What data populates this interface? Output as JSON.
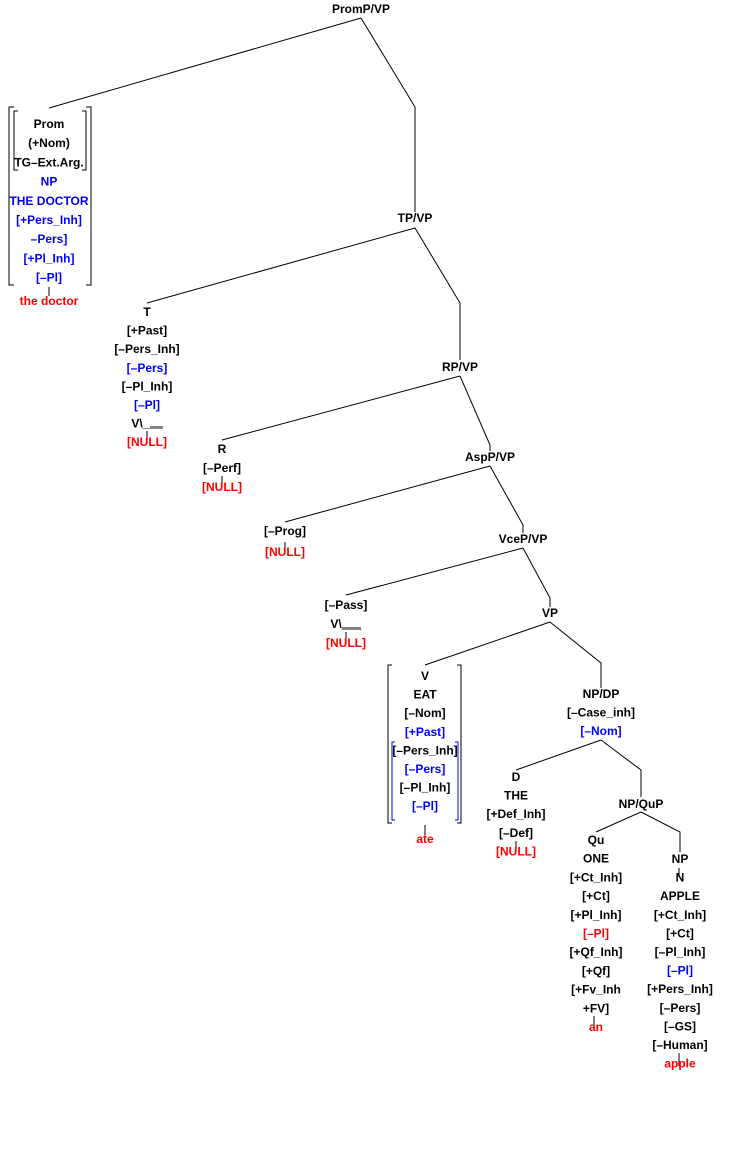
{
  "colors": {
    "feature": "#000000",
    "inherited": "#0000ff",
    "phonetic": "#ff0000"
  },
  "nodes": {
    "root": {
      "lines": [
        {
          "t": "PromP/VP",
          "c": "feature"
        }
      ]
    },
    "prom": {
      "lines": [
        {
          "t": "Prom",
          "c": "feature"
        },
        {
          "t": "(+Nom)",
          "c": "feature"
        },
        {
          "t": "TG–Ext.Arg.",
          "c": "feature"
        },
        {
          "t": "NP",
          "c": "inherited"
        },
        {
          "t": "THE DOCTOR",
          "c": "inherited"
        },
        {
          "t": "[+Pers_Inh]",
          "c": "inherited"
        },
        {
          "t": "–Pers]",
          "c": "inherited"
        },
        {
          "t": "[+Pl_Inh]",
          "c": "inherited"
        },
        {
          "t": "[–Pl]",
          "c": "inherited"
        },
        {
          "t": "the doctor",
          "c": "phonetic"
        }
      ]
    },
    "tp": {
      "lines": [
        {
          "t": "TP/VP",
          "c": "feature"
        }
      ]
    },
    "t": {
      "lines": [
        {
          "t": "T",
          "c": "feature"
        },
        {
          "t": "[+Past]",
          "c": "feature"
        },
        {
          "t": "[–Pers_Inh]",
          "c": "feature"
        },
        {
          "t": "[–Pers]",
          "c": "inherited"
        },
        {
          "t": "[–Pl_Inh]",
          "c": "feature"
        },
        {
          "t": "[–Pl]",
          "c": "inherited"
        },
        {
          "t": "V\\___",
          "c": "feature"
        },
        {
          "t": "[NULL]",
          "c": "phonetic"
        }
      ]
    },
    "rp": {
      "lines": [
        {
          "t": "RP/VP",
          "c": "feature"
        }
      ]
    },
    "r": {
      "lines": [
        {
          "t": "R",
          "c": "feature"
        },
        {
          "t": "[–Perf]",
          "c": "feature"
        },
        {
          "t": "[NULL]",
          "c": "phonetic"
        }
      ]
    },
    "asp": {
      "lines": [
        {
          "t": "AspP/VP",
          "c": "feature"
        }
      ]
    },
    "prog": {
      "lines": [
        {
          "t": "[–Prog]",
          "c": "feature"
        },
        {
          "t": "[NULL]",
          "c": "phonetic"
        }
      ]
    },
    "vce": {
      "lines": [
        {
          "t": "VceP/VP",
          "c": "feature"
        }
      ]
    },
    "pass": {
      "lines": [
        {
          "t": "[–Pass]",
          "c": "feature"
        },
        {
          "t": "V\\___",
          "c": "feature"
        },
        {
          "t": "[NULL]",
          "c": "phonetic"
        }
      ]
    },
    "vp": {
      "lines": [
        {
          "t": "VP",
          "c": "feature"
        }
      ]
    },
    "v": {
      "lines": [
        {
          "t": "V",
          "c": "feature"
        },
        {
          "t": "EAT",
          "c": "feature"
        },
        {
          "t": "[–Nom]",
          "c": "feature"
        },
        {
          "t": "[+Past]",
          "c": "inherited"
        },
        {
          "t": "[–Pers_Inh]",
          "c": "feature"
        },
        {
          "t": "[–Pers]",
          "c": "inherited"
        },
        {
          "t": "[–Pl_Inh]",
          "c": "feature"
        },
        {
          "t": "[–Pl]",
          "c": "inherited"
        },
        {
          "t": "ate",
          "c": "phonetic"
        }
      ]
    },
    "npdp": {
      "lines": [
        {
          "t": "NP/DP",
          "c": "feature"
        },
        {
          "t": "[–Case_inh]",
          "c": "feature"
        },
        {
          "t": "[–Nom]",
          "c": "inherited"
        }
      ]
    },
    "d": {
      "lines": [
        {
          "t": "D",
          "c": "feature"
        },
        {
          "t": "THE",
          "c": "feature"
        },
        {
          "t": "[+Def_Inh]",
          "c": "feature"
        },
        {
          "t": "[–Def]",
          "c": "feature"
        },
        {
          "t": "[NULL]",
          "c": "phonetic"
        }
      ]
    },
    "npqup": {
      "lines": [
        {
          "t": "NP/QuP",
          "c": "feature"
        }
      ]
    },
    "qu": {
      "lines": [
        {
          "t": "Qu",
          "c": "feature"
        },
        {
          "t": "ONE",
          "c": "feature"
        },
        {
          "t": "[+Ct_Inh]",
          "c": "feature"
        },
        {
          "t": "[+Ct]",
          "c": "feature"
        },
        {
          "t": "[+Pl_Inh]",
          "c": "feature"
        },
        {
          "t": "[–Pl]",
          "c": "phonetic"
        },
        {
          "t": "[+Qf_Inh]",
          "c": "feature"
        },
        {
          "t": "[+Qf]",
          "c": "feature"
        },
        {
          "t": "[+Fv_Inh",
          "c": "feature"
        },
        {
          "t": "+FV]",
          "c": "feature"
        },
        {
          "t": "an",
          "c": "phonetic"
        }
      ]
    },
    "np": {
      "lines": [
        {
          "t": "NP",
          "c": "feature"
        },
        {
          "t": "N",
          "c": "feature"
        },
        {
          "t": "APPLE",
          "c": "feature"
        },
        {
          "t": "[+Ct_Inh]",
          "c": "feature"
        },
        {
          "t": "[+Ct]",
          "c": "feature"
        },
        {
          "t": "[–Pl_Inh]",
          "c": "feature"
        },
        {
          "t": "[–Pl]",
          "c": "inherited"
        },
        {
          "t": "[+Pers_Inh]",
          "c": "feature"
        },
        {
          "t": "[–Pers]",
          "c": "feature"
        },
        {
          "t": "[–GS]",
          "c": "feature"
        },
        {
          "t": "[–Human]",
          "c": "feature"
        },
        {
          "t": "apple",
          "c": "phonetic"
        }
      ]
    }
  }
}
